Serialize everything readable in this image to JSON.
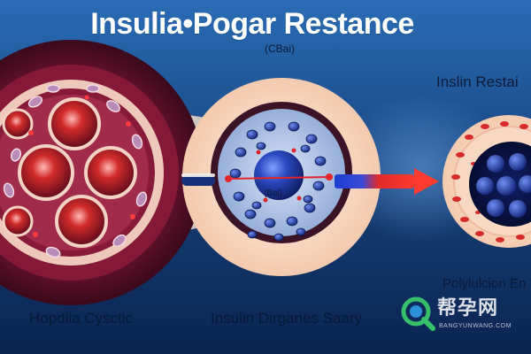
{
  "title": "Insulia•Pogar Restance",
  "subtitle": "(CBai)",
  "labels": {
    "left_bottom": "Hopdlia Cysctic",
    "center_bottom": "Insulin Dirganes Saary",
    "right_top": "Inslin Restai",
    "right_bottom": "Polylulcion En"
  },
  "center_cell_label": "(Bai)",
  "watermark": {
    "text": "帮孕网",
    "sub": "BANGYUNWANG.COM",
    "icon": "magnifier-logo-icon"
  },
  "colors": {
    "background_top": "#2a6cb5",
    "background_bottom": "#0b2450",
    "cell_dark_red": "#7a1430",
    "cell_cream": "#f6dcc6",
    "nucleus_blue": "#1f3b9a",
    "arrow_red": "#e02a2a",
    "arrow_blue": "#1b3fd0"
  }
}
